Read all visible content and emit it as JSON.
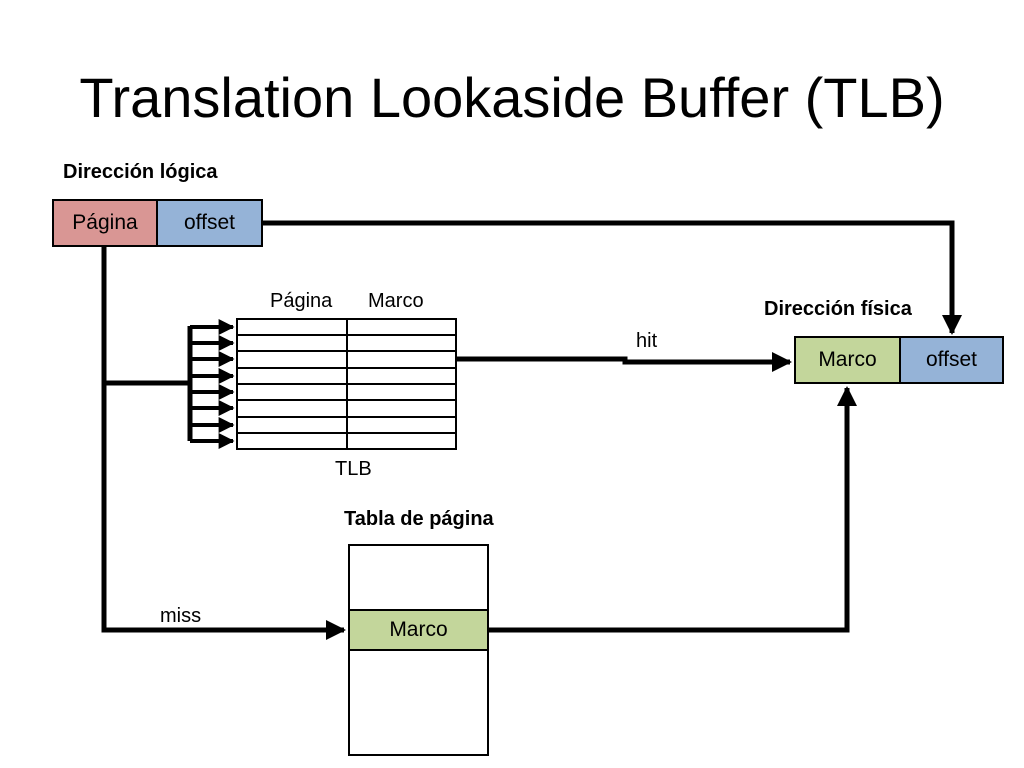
{
  "title": "Translation Lookaside Buffer  (TLB)",
  "logical_address": {
    "heading": "Dirección lógica",
    "page_label": "Página",
    "offset_label": "offset"
  },
  "tlb": {
    "col_page": "Página",
    "col_frame": "Marco",
    "caption": "TLB"
  },
  "physical_address": {
    "heading": "Dirección física",
    "frame_label": "Marco",
    "offset_label": "offset"
  },
  "page_table": {
    "heading": "Tabla de página",
    "frame_label": "Marco"
  },
  "edges": {
    "hit": "hit",
    "miss": "miss"
  },
  "colors": {
    "page": "#d99694",
    "offset": "#95b3d7",
    "frame": "#c3d69b"
  }
}
